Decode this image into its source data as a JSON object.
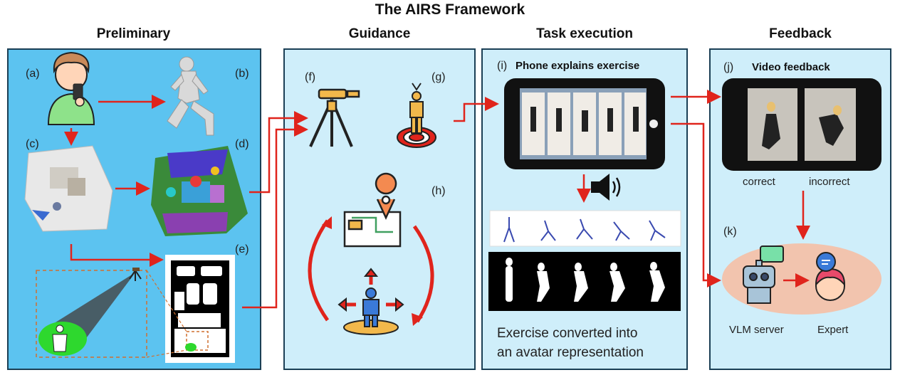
{
  "title": "The AIRS Framework",
  "sections": {
    "preliminary": "Preliminary",
    "guidance": "Guidance",
    "task_execution": "Task execution",
    "feedback": "Feedback"
  },
  "labels": {
    "a": "(a)",
    "b": "(b)",
    "c": "(c)",
    "d": "(d)",
    "e": "(e)",
    "f": "(f)",
    "g": "(g)",
    "h": "(h)",
    "i": "(i)",
    "j": "(j)",
    "k": "(k)"
  },
  "task": {
    "phone_caption": "Phone explains exercise",
    "avatar_caption_line1": "Exercise converted into",
    "avatar_caption_line2": "an avatar representation"
  },
  "feedback": {
    "video_caption": "Video feedback",
    "correct": "correct",
    "incorrect": "incorrect",
    "vlm_server": "VLM server",
    "expert": "Expert"
  },
  "colors": {
    "arrow": "#e0241c",
    "panel_light": "#cfeefa",
    "panel_blue": "#5cc3f0",
    "border": "#1b3f55"
  }
}
